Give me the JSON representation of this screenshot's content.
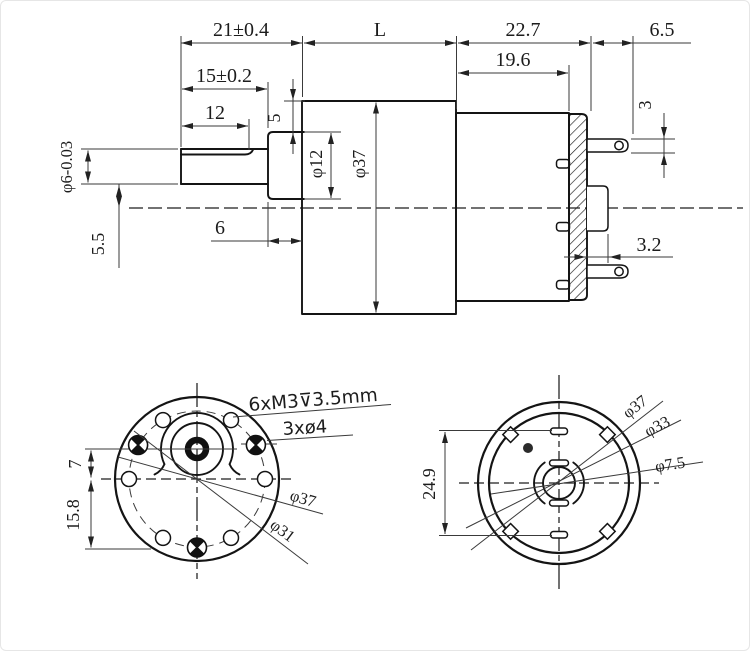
{
  "side": {
    "shaft_length": "21±0.4",
    "gearbox_length": "L",
    "motor_length": "22.7",
    "terminal_length": "6.5",
    "flat_to_face": "15±0.2",
    "flat_length": "12",
    "can_length": "19.6",
    "step_height": "5",
    "terminal_width": "3",
    "shaft_dia": "φ6-0.03",
    "shaft_drop": "5.5",
    "boss_length": "6",
    "boss_dia": "φ12",
    "body_dia": "φ37",
    "connector_depth": "3.2"
  },
  "front": {
    "tapped_holes": "6xM3⊽3.5mm",
    "through_holes": "3xø4",
    "outer_dia": "φ37",
    "bolt_circle_dia": "φ31",
    "shaft_offset": "7",
    "lower_hole_offset": "15.8"
  },
  "rear": {
    "outer_dia": "φ37",
    "inner_dia": "φ33",
    "bushing_dia": "φ7.5",
    "slot_spacing": "24.9"
  }
}
